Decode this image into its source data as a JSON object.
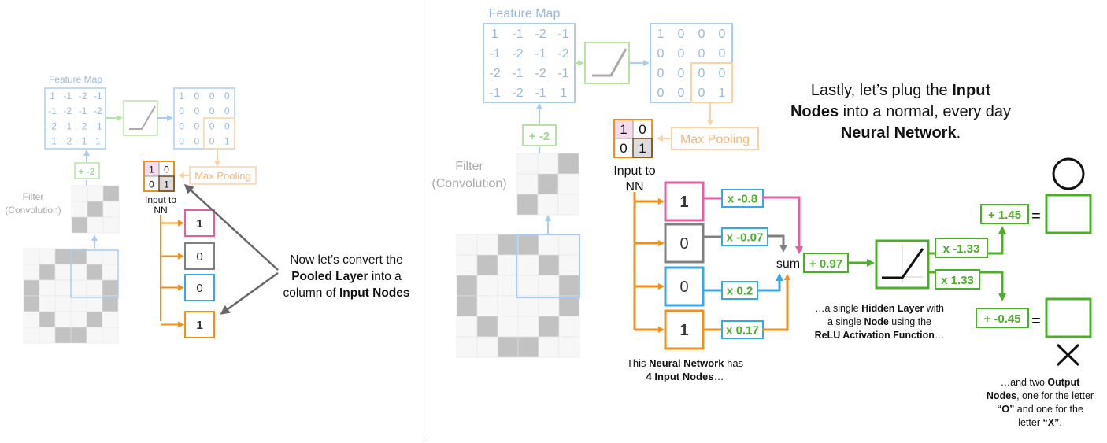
{
  "colors": {
    "blue": "#a9cdf0",
    "green": "#4caf29",
    "green_faint": "#b9e3a5",
    "orange": "#f0901c",
    "orange_faint": "#f9d3a5",
    "pink": "#e060a8",
    "gray": "#808080",
    "cyan": "#3aa6e6",
    "cell_gray": "#c2c2c2",
    "pool_pink_fill": "#f5dcec",
    "pool_gray_fill": "#dcdcdc"
  },
  "left": {
    "feature_map_title": "Feature Map",
    "feature_map": [
      [
        "1",
        "-1",
        "-2",
        "-1"
      ],
      [
        "-1",
        "-2",
        "-1",
        "-2"
      ],
      [
        "-2",
        "-1",
        "-2",
        "-1"
      ],
      [
        "-1",
        "-2",
        "-1",
        "1"
      ]
    ],
    "relu_map": [
      [
        "1",
        "0",
        "0",
        "0"
      ],
      [
        "0",
        "0",
        "0",
        "0"
      ],
      [
        "0",
        "0",
        "0",
        "0"
      ],
      [
        "0",
        "0",
        "0",
        "1"
      ]
    ],
    "bias": "+ -2",
    "filter_label": [
      "Filter",
      "(Convolution)"
    ],
    "max_pooling": "Max Pooling",
    "pooled": [
      [
        "1",
        "0"
      ],
      [
        "0",
        "1"
      ]
    ],
    "input_to_nn": [
      "Input to",
      "NN"
    ],
    "input_nodes": [
      "1",
      "0",
      "0",
      "1"
    ],
    "caption": {
      "line1": "Now let’s convert the",
      "line2_bold": "Pooled Layer",
      "line2_rest": " into a",
      "line3_plain": "column of ",
      "line3_bold": "Input Nodes"
    }
  },
  "right": {
    "feature_map_title": "Feature Map",
    "feature_map": [
      [
        "1",
        "-1",
        "-2",
        "-1"
      ],
      [
        "-1",
        "-2",
        "-1",
        "-2"
      ],
      [
        "-2",
        "-1",
        "-2",
        "-1"
      ],
      [
        "-1",
        "-2",
        "-1",
        "1"
      ]
    ],
    "relu_map": [
      [
        "1",
        "0",
        "0",
        "0"
      ],
      [
        "0",
        "0",
        "0",
        "0"
      ],
      [
        "0",
        "0",
        "0",
        "0"
      ],
      [
        "0",
        "0",
        "0",
        "1"
      ]
    ],
    "bias": "+ -2",
    "filter_label": [
      "Filter",
      "(Convolution)"
    ],
    "max_pooling": "Max Pooling",
    "pooled": [
      [
        "1",
        "0"
      ],
      [
        "0",
        "1"
      ]
    ],
    "input_to_nn": [
      "Input to",
      "NN"
    ],
    "input_nodes": [
      "1",
      "0",
      "0",
      "1"
    ],
    "weights": [
      "x -0.8",
      "x -0.07",
      "x 0.2",
      "x 0.17"
    ],
    "sum_label": "sum",
    "hidden_bias": "+ 0.97",
    "output_weights": [
      "x -1.33",
      "x 1.33"
    ],
    "output_biases": [
      "+ 1.45",
      "+ -0.45"
    ],
    "equals": "=",
    "title": {
      "l1_plain": "Lastly, let’s plug the ",
      "l1_bold": "Input",
      "l2_bold": "Nodes",
      "l2_plain": " into a normal, every day",
      "l3_bold": "Neural Network",
      "l3_plain": "."
    },
    "nn_caption": {
      "l1_plain": "This ",
      "l1_bold": "Neural Network",
      "l1_rest": " has",
      "l2_bold": "4 Input Nodes",
      "l2_rest": "…"
    },
    "hidden_caption": {
      "l1_plain": "…a single ",
      "l1_bold": "Hidden Layer",
      "l1_rest": " with",
      "l2_plain": "a single ",
      "l2_bold": "Node",
      "l2_rest": " using the",
      "l3_bold": "ReLU Activation Function",
      "l3_rest": "…"
    },
    "output_caption": {
      "l1_plain": "…and two ",
      "l1_bold": "Output",
      "l2_bold": "Nodes",
      "l2_rest": ", one for the letter",
      "l3_bold": "“O”",
      "l3_rest": " and one for the",
      "l4_plain": "letter ",
      "l4_bold": "“X”",
      "l4_rest": "."
    }
  }
}
